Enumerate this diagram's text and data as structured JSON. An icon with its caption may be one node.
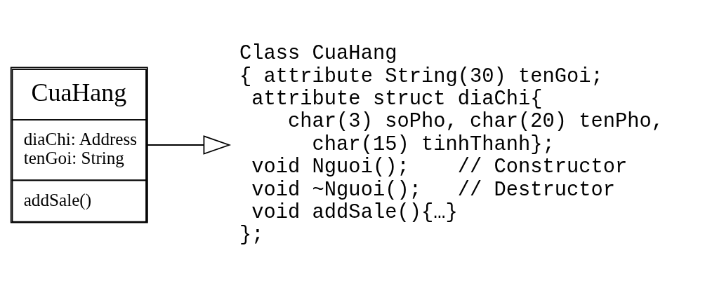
{
  "diagram": {
    "nodes": [
      {
        "text": [
          "CuaHang",
          "diaChi: Address tenGoi: String",
          "addSale()"
        ]
      },
      {
        "text": [
          "Class CuaHang",
          "{ attribute String(30) tenGoi;",
          "  attribute struct diaChi{",
          "     char(3) soPho, char(20) tenPho,",
          "       char(15) tinhThanh};",
          "  void Nguoi();    // Constructor",
          "  void ~Nguoi();   // Destructor",
          "  void addSale(){…}",
          "};"
        ]
      }
    ],
    "edges": [
      {
        "from": 0,
        "to": 1,
        "arrow": "to"
      }
    ]
  }
}
